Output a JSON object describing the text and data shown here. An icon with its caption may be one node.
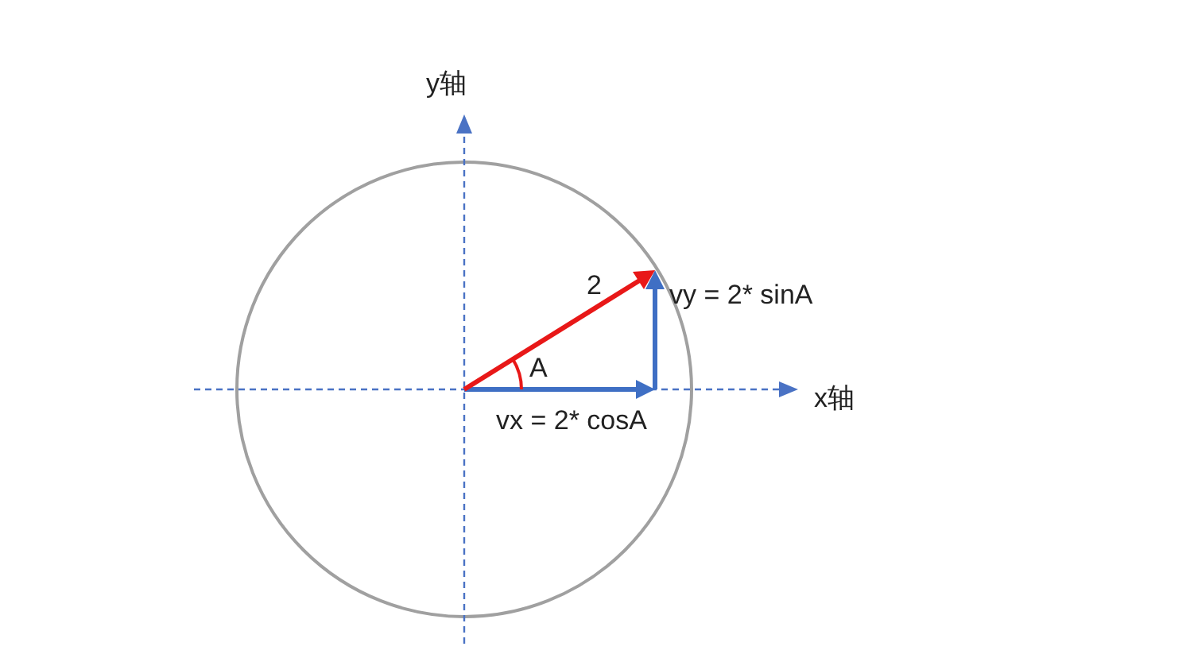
{
  "diagram": {
    "labels": [
      "y轴",
      "2",
      "vy = 2* sinA",
      "A",
      "x轴",
      "vx = 2* cosA"
    ]
  }
}
